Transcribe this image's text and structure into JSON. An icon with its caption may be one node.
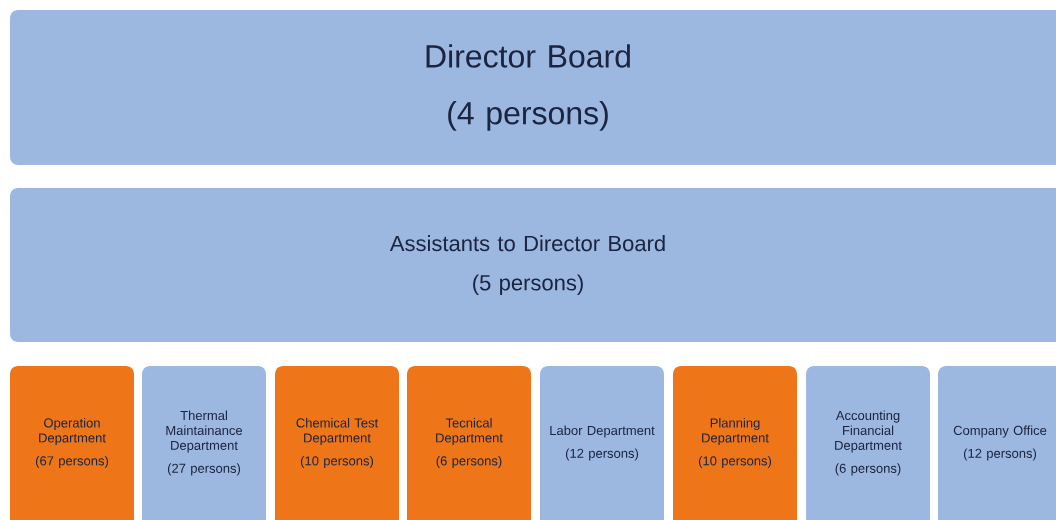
{
  "diagram": {
    "nodes": [
      {
        "text": [
          "Director Board",
          "(4 persons)"
        ]
      },
      {
        "text": [
          "Assistants to Director Board",
          "(5 persons)"
        ]
      },
      {
        "text": [
          "Operation Department",
          "(67 persons)"
        ]
      },
      {
        "text": [
          "Thermal Maintainance Department",
          "(27 persons)"
        ]
      },
      {
        "text": [
          "Chemical Test Department",
          "(10 persons)"
        ]
      },
      {
        "text": [
          "Tecnical Department",
          "(6 persons)"
        ]
      },
      {
        "text": [
          "Labor Department",
          "(12 persons)"
        ]
      },
      {
        "text": [
          "Planning Department",
          "(10 persons)"
        ]
      },
      {
        "text": [
          "Accounting Financial Department",
          "(6 persons)"
        ]
      },
      {
        "text": [
          "Company Office",
          "(12 persons)"
        ]
      }
    ]
  }
}
